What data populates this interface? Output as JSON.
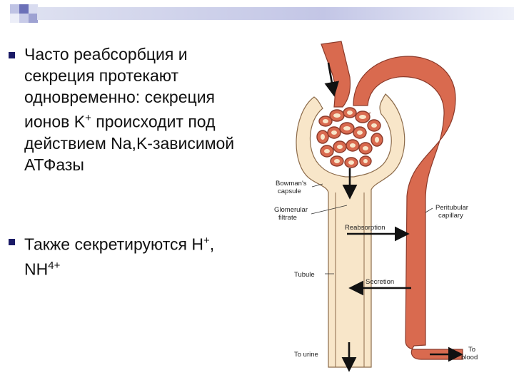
{
  "slide": {
    "bullets": [
      {
        "lines": [
          "Часто реабсорбция и",
          "секреция протекают",
          "одновременно: секреция",
          [
            "ионов K",
            "+",
            " происходит под"
          ],
          "действием Na,K-зависимой",
          "АТФазы"
        ]
      },
      {
        "lines": [
          [
            "Также секретируются H",
            "+",
            ","
          ],
          [
            "NH",
            "4+",
            ""
          ]
        ]
      }
    ],
    "colors": {
      "bullet": "#1a1a66",
      "header_gradient": "#c3c6e6",
      "vessel": "#d96a4f",
      "vessel_outline": "#8c3a2a",
      "tubule": "#f8e6c9"
    }
  },
  "diagram": {
    "labels": {
      "bowmans_capsule": [
        "Bowman's",
        "capsule"
      ],
      "glomerular_filtrate": [
        "Glomerular",
        "filtrate"
      ],
      "reabsorption": "Reabsorption",
      "peritubular_capillary": [
        "Peritubular",
        "capillary"
      ],
      "tubule": "Tubule",
      "secretion": "Secretion",
      "to_urine": "To urine",
      "to_blood": [
        "To",
        "blood"
      ]
    }
  }
}
